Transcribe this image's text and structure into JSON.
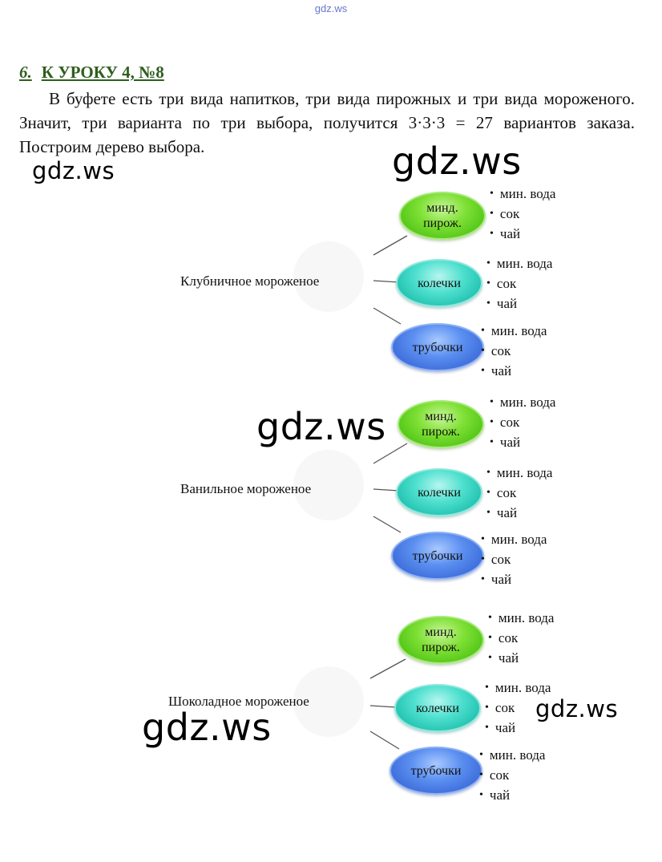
{
  "watermarks": {
    "top": "gdz.ws",
    "w1": "gdz.ws",
    "w2": "gdz.ws",
    "w3": "gdz.ws",
    "w4": "gdz.ws",
    "w5": "gdz.ws"
  },
  "heading": {
    "number": "6.",
    "title": "К  УРОКУ 4, №8"
  },
  "paragraph": "В буфете есть три вида напитков, три вида пирожных и три вида мороженого. Значит, три варианта по три выбора, получится 3·3·3 = 27 вариантов заказа. Построим дерево выбора.",
  "trees": [
    {
      "root": "Клубничное мороженое",
      "branches": [
        {
          "label_line1": "минд.",
          "label_line2": "пирож.",
          "drinks": [
            "мин. вода",
            "сок",
            "чай"
          ]
        },
        {
          "label_line1": "колечки",
          "label_line2": "",
          "drinks": [
            "мин. вода",
            "сок",
            "чай"
          ]
        },
        {
          "label_line1": "трубочки",
          "label_line2": "",
          "drinks": [
            "мин. вода",
            "сок",
            "чай"
          ]
        }
      ]
    },
    {
      "root": "Ванильное мороженое",
      "branches": [
        {
          "label_line1": "минд.",
          "label_line2": "пирож.",
          "drinks": [
            "мин. вода",
            "сок",
            "чай"
          ]
        },
        {
          "label_line1": "колечки",
          "label_line2": "",
          "drinks": [
            "мин. вода",
            "сок",
            "чай"
          ]
        },
        {
          "label_line1": "трубочки",
          "label_line2": "",
          "drinks": [
            "мин. вода",
            "сок",
            "чай"
          ]
        }
      ]
    },
    {
      "root": "Шоколадное мороженое",
      "branches": [
        {
          "label_line1": "минд.",
          "label_line2": "пирож.",
          "drinks": [
            "мин. вода",
            "сок",
            "чай"
          ]
        },
        {
          "label_line1": "колечки",
          "label_line2": "",
          "drinks": [
            "мин. вода",
            "сок",
            "чай"
          ]
        },
        {
          "label_line1": "трубочки",
          "label_line2": "",
          "drinks": [
            "мин. вода",
            "сок",
            "чай"
          ]
        }
      ]
    }
  ]
}
